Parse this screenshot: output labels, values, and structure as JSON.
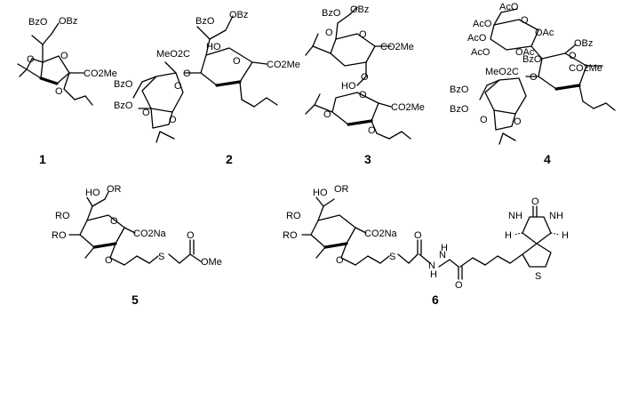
{
  "compounds": [
    {
      "number": "1",
      "labels": [
        "BzO",
        "OBz",
        "CO2Me",
        "O",
        "O",
        "O"
      ]
    },
    {
      "number": "2",
      "labels": [
        "BzO",
        "OBz",
        "HO",
        "MeO2C",
        "CO2Me",
        "BzO",
        "BzO",
        "O",
        "O",
        "O",
        "O",
        "O"
      ]
    },
    {
      "number": "3",
      "labels": [
        "BzO",
        "OBz",
        "CO2Me",
        "HO",
        "CO2Me",
        "O",
        "O",
        "O",
        "O",
        "O",
        "O"
      ]
    },
    {
      "number": "4",
      "labels": [
        "AcO",
        "AcO",
        "AcO",
        "OAc",
        "AcO",
        "OAc",
        "BzO",
        "OBz",
        "MeO2C",
        "CO2Me",
        "BzO",
        "BzO",
        "O",
        "O",
        "O",
        "O",
        "O"
      ]
    },
    {
      "number": "5",
      "labels": [
        "HO",
        "OR",
        "RO",
        "CO2Na",
        "RO",
        "O",
        "S",
        "O",
        "OMe",
        "O"
      ]
    },
    {
      "number": "6",
      "labels": [
        "HO",
        "OR",
        "RO",
        "CO2Na",
        "RO",
        "O",
        "S",
        "O",
        "N",
        "N",
        "H",
        "H",
        "O",
        "O",
        "NH",
        "NH",
        "H",
        "H",
        "S"
      ]
    }
  ]
}
